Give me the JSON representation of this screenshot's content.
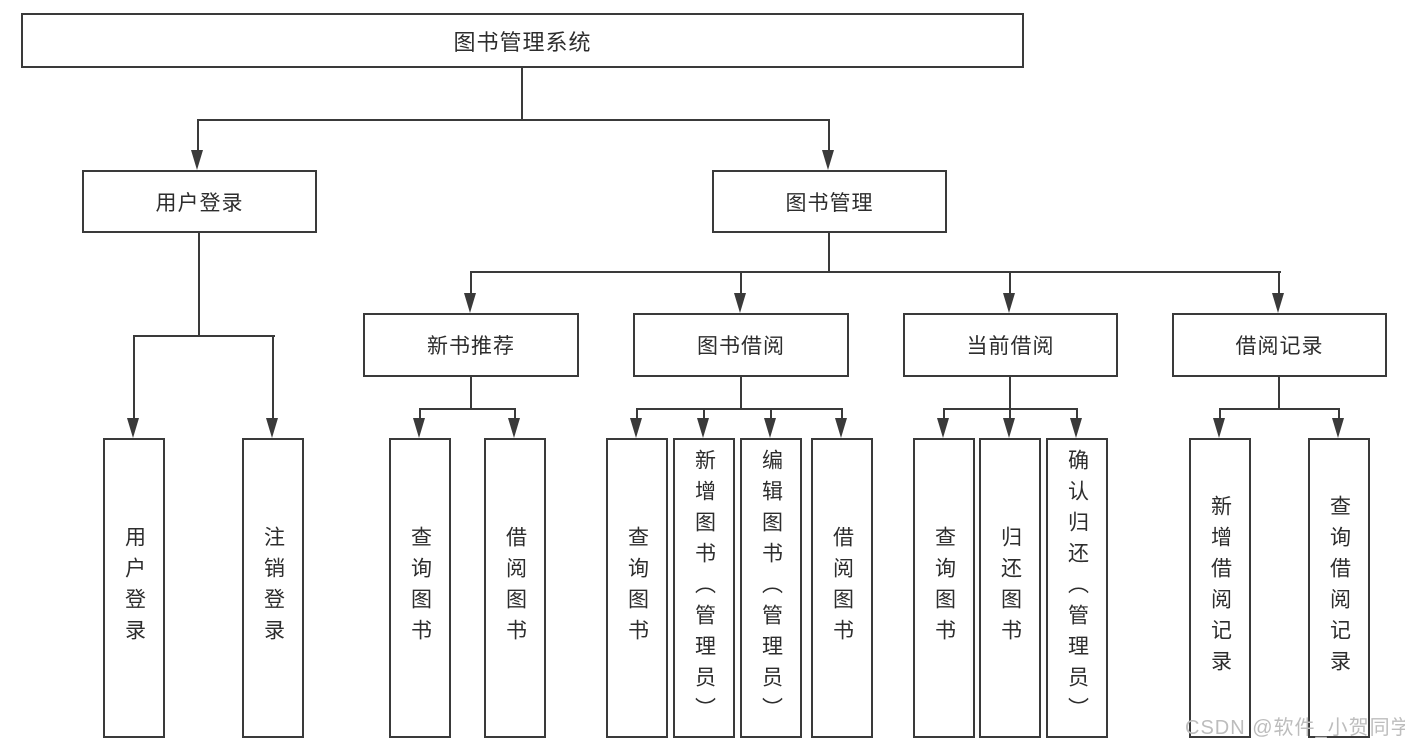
{
  "diagram": {
    "root": "图书管理系统",
    "branches": [
      {
        "label": "用户登录",
        "children": [
          "用户登录",
          "注销登录"
        ]
      },
      {
        "label": "图书管理",
        "sections": [
          {
            "label": "新书推荐",
            "children": [
              "查询图书",
              "借阅图书"
            ]
          },
          {
            "label": "图书借阅",
            "children": [
              "查询图书",
              "新增图书（管理员）",
              "编辑图书（管理员）",
              "借阅图书"
            ]
          },
          {
            "label": "当前借阅",
            "children": [
              "查询图书",
              "归还图书",
              "确认归还（管理员）"
            ]
          },
          {
            "label": "借阅记录",
            "children": [
              "新增借阅记录",
              "查询借阅记录"
            ]
          }
        ]
      }
    ]
  },
  "watermark": "CSDN @软件_小贺同学",
  "colors": {
    "line": "#3a3a3a",
    "text": "#2d2d2d",
    "watermark": "#bdbdbd",
    "background": "#ffffff"
  }
}
